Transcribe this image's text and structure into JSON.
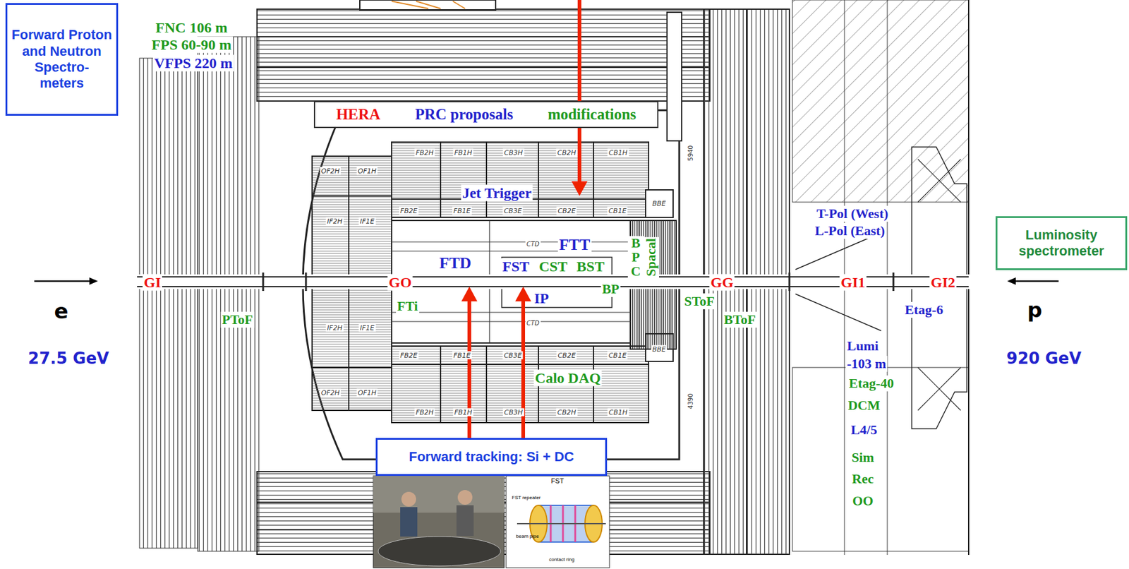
{
  "diagram": {
    "nodes": [
      {
        "text": [
          "Forward Proton and Neutron Spectro- meters"
        ]
      },
      {
        "text": [
          "HERA",
          "PRC proposals",
          "modifications"
        ]
      },
      {
        "text": [
          "Luminosity spectrometer"
        ]
      },
      {
        "text": [
          "Forward tracking: Si + DC"
        ]
      }
    ],
    "labels": [
      "FNC 106 m",
      "FPS 60-90 m",
      "VFPS 220 m",
      "e",
      "27.5 GeV",
      "p",
      "920 GeV",
      "GI",
      "GO",
      "GG",
      "GI1",
      "GI2",
      "Jet Trigger",
      "FTT",
      "FTD",
      "FST",
      "CST",
      "BST",
      "IP",
      "BP",
      "FTi",
      "BPC",
      "Spacal",
      "SToF",
      "PToF",
      "BToF",
      "Calo DAQ",
      "T-Pol (West)",
      "L-Pol (East)",
      "Etag-6",
      "Lumi",
      "-103 m",
      "Etag-40",
      "DCM",
      "L4/5",
      "Sim",
      "Rec",
      "OO",
      "OF2H",
      "OF1H",
      "FB2H",
      "FB1H",
      "CB3H",
      "CB2H",
      "CB1H",
      "IF2H",
      "IF1E",
      "FB2E",
      "FB1E",
      "CB3E",
      "CB2E",
      "CB1E",
      "BBE",
      "CTD",
      "CTD",
      "IF2H",
      "IF1E",
      "FB2E",
      "FB1E",
      "CB3E",
      "CB2E",
      "CB1E",
      "BBE",
      "OF2H",
      "OF1H",
      "FB2H",
      "FB1H",
      "CB3H",
      "CB2H",
      "CB1H",
      "5940",
      "4390",
      "FST",
      "FST repeater",
      "beam pipe",
      "contact ring"
    ]
  }
}
